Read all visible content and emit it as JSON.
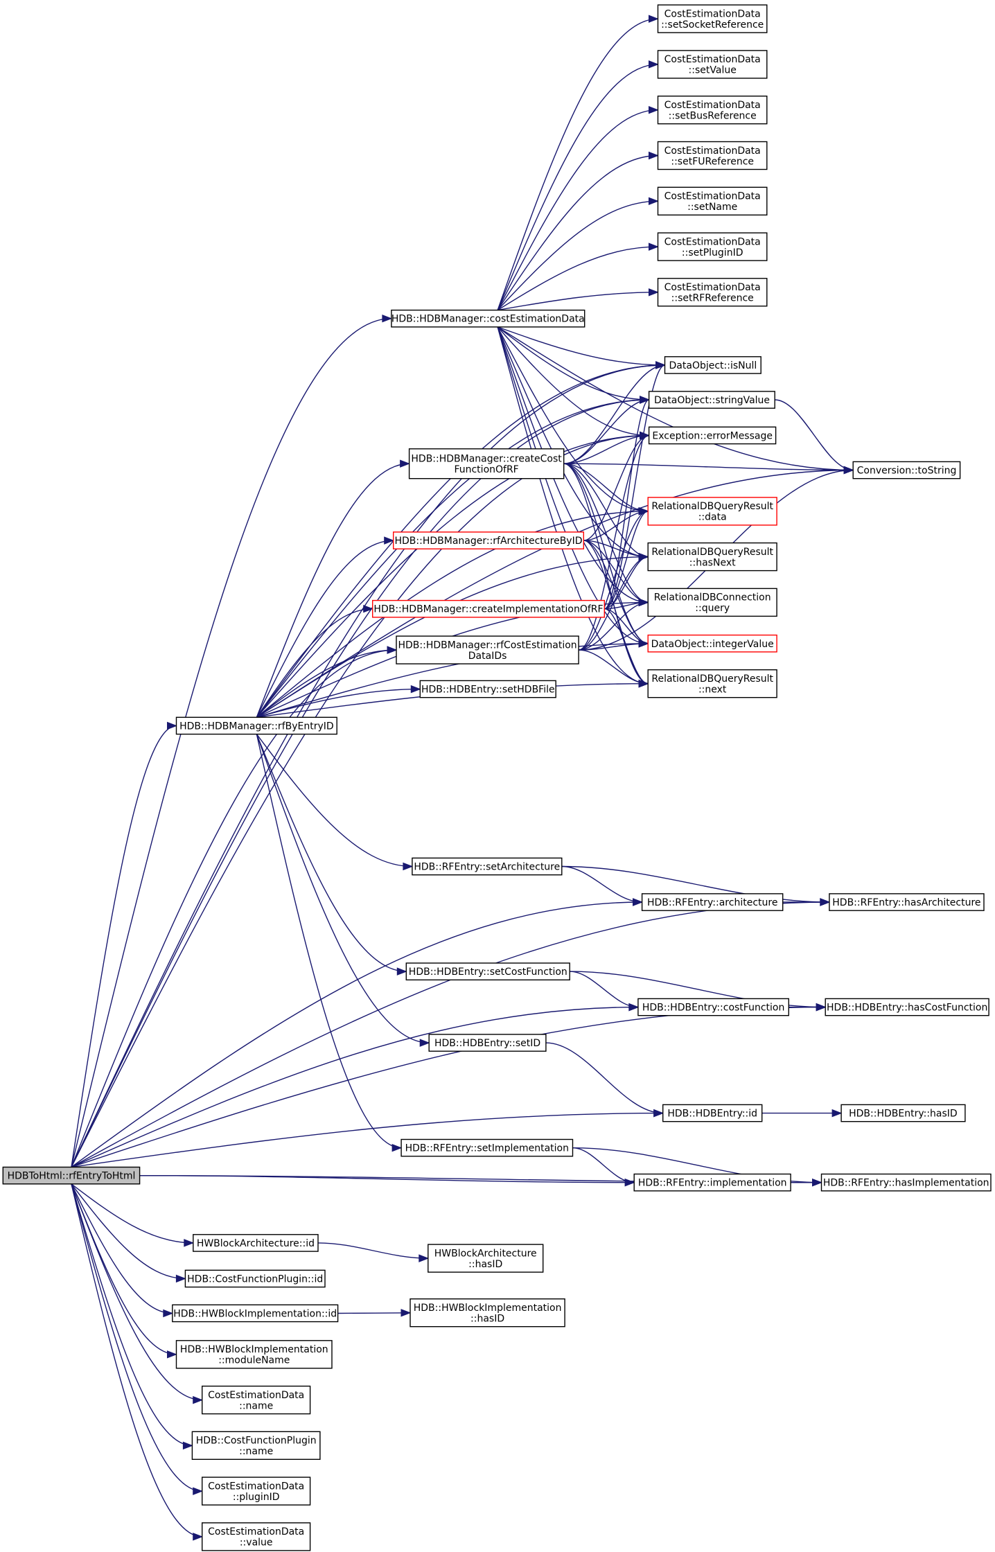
{
  "graph": {
    "root": "HDBToHtml::rfEntryToHtml",
    "colors": {
      "edge": "#191970",
      "border": "#000000",
      "truncated_border": "#ff0000",
      "root_fill": "#bfbfbf"
    },
    "nodes": [
      {
        "id": "root",
        "lines": [
          "HDBToHtml::rfEntryToHtml"
        ],
        "style": "root"
      },
      {
        "id": "costEstimationData",
        "lines": [
          "HDB::HDBManager::costEstimationData"
        ]
      },
      {
        "id": "setSocketReference",
        "lines": [
          "CostEstimationData",
          "::setSocketReference"
        ]
      },
      {
        "id": "setValue",
        "lines": [
          "CostEstimationData",
          "::setValue"
        ]
      },
      {
        "id": "setBusReference",
        "lines": [
          "CostEstimationData",
          "::setBusReference"
        ]
      },
      {
        "id": "setFUReference",
        "lines": [
          "CostEstimationData",
          "::setFUReference"
        ]
      },
      {
        "id": "setName",
        "lines": [
          "CostEstimationData",
          "::setName"
        ]
      },
      {
        "id": "setPluginID",
        "lines": [
          "CostEstimationData",
          "::setPluginID"
        ]
      },
      {
        "id": "setRFReference",
        "lines": [
          "CostEstimationData",
          "::setRFReference"
        ]
      },
      {
        "id": "isNull",
        "lines": [
          "DataObject::isNull"
        ]
      },
      {
        "id": "stringValue",
        "lines": [
          "DataObject::stringValue"
        ]
      },
      {
        "id": "errorMessage",
        "lines": [
          "Exception::errorMessage"
        ]
      },
      {
        "id": "toString",
        "lines": [
          "Conversion::toString"
        ]
      },
      {
        "id": "createCostFunctionOfRF",
        "lines": [
          "HDB::HDBManager::createCost",
          "FunctionOfRF"
        ]
      },
      {
        "id": "queryData",
        "lines": [
          "RelationalDBQueryResult",
          "::data"
        ],
        "style": "red"
      },
      {
        "id": "rfArchitectureByID",
        "lines": [
          "HDB::HDBManager::rfArchitectureByID"
        ],
        "style": "red"
      },
      {
        "id": "hasNext",
        "lines": [
          "RelationalDBQueryResult",
          "::hasNext"
        ]
      },
      {
        "id": "createImplementationOfRF",
        "lines": [
          "HDB::HDBManager::createImplementationOfRF"
        ],
        "style": "red"
      },
      {
        "id": "query",
        "lines": [
          "RelationalDBConnection",
          "::query"
        ]
      },
      {
        "id": "rfCostEstimationDataIDs",
        "lines": [
          "HDB::HDBManager::rfCostEstimation",
          "DataIDs"
        ]
      },
      {
        "id": "integerValue",
        "lines": [
          "DataObject::integerValue"
        ],
        "style": "red"
      },
      {
        "id": "next",
        "lines": [
          "RelationalDBQueryResult",
          "::next"
        ]
      },
      {
        "id": "setHDBFile",
        "lines": [
          "HDB::HDBEntry::setHDBFile"
        ]
      },
      {
        "id": "rfByEntryID",
        "lines": [
          "HDB::HDBManager::rfByEntryID"
        ]
      },
      {
        "id": "setArchitecture",
        "lines": [
          "HDB::RFEntry::setArchitecture"
        ]
      },
      {
        "id": "architecture",
        "lines": [
          "HDB::RFEntry::architecture"
        ]
      },
      {
        "id": "hasArchitecture",
        "lines": [
          "HDB::RFEntry::hasArchitecture"
        ]
      },
      {
        "id": "setCostFunction",
        "lines": [
          "HDB::HDBEntry::setCostFunction"
        ]
      },
      {
        "id": "costFunction",
        "lines": [
          "HDB::HDBEntry::costFunction"
        ]
      },
      {
        "id": "hasCostFunction",
        "lines": [
          "HDB::HDBEntry::hasCostFunction"
        ]
      },
      {
        "id": "setID",
        "lines": [
          "HDB::HDBEntry::setID"
        ]
      },
      {
        "id": "entryId",
        "lines": [
          "HDB::HDBEntry::id"
        ]
      },
      {
        "id": "hasID",
        "lines": [
          "HDB::HDBEntry::hasID"
        ]
      },
      {
        "id": "setImplementation",
        "lines": [
          "HDB::RFEntry::setImplementation"
        ]
      },
      {
        "id": "implementation",
        "lines": [
          "HDB::RFEntry::implementation"
        ]
      },
      {
        "id": "hasImplementation",
        "lines": [
          "HDB::RFEntry::hasImplementation"
        ]
      },
      {
        "id": "hwArchId",
        "lines": [
          "HWBlockArchitecture::id"
        ]
      },
      {
        "id": "hwArchHasID",
        "lines": [
          "HWBlockArchitecture",
          "::hasID"
        ]
      },
      {
        "id": "cfpId",
        "lines": [
          "HDB::CostFunctionPlugin::id"
        ]
      },
      {
        "id": "hwImplId",
        "lines": [
          "HDB::HWBlockImplementation::id"
        ]
      },
      {
        "id": "hwImplHasID",
        "lines": [
          "HDB::HWBlockImplementation",
          "::hasID"
        ]
      },
      {
        "id": "moduleName",
        "lines": [
          "HDB::HWBlockImplementation",
          "::moduleName"
        ]
      },
      {
        "id": "cedName",
        "lines": [
          "CostEstimationData",
          "::name"
        ]
      },
      {
        "id": "cfpName",
        "lines": [
          "HDB::CostFunctionPlugin",
          "::name"
        ]
      },
      {
        "id": "pluginID",
        "lines": [
          "CostEstimationData",
          "::pluginID"
        ]
      },
      {
        "id": "cedValue",
        "lines": [
          "CostEstimationData",
          "::value"
        ]
      }
    ],
    "edges": [
      [
        "root",
        "costEstimationData"
      ],
      [
        "root",
        "isNull"
      ],
      [
        "root",
        "stringValue"
      ],
      [
        "root",
        "errorMessage"
      ],
      [
        "root",
        "rfCostEstimationDataIDs"
      ],
      [
        "root",
        "rfByEntryID"
      ],
      [
        "root",
        "architecture"
      ],
      [
        "root",
        "hasArchitecture"
      ],
      [
        "root",
        "costFunction"
      ],
      [
        "root",
        "hasCostFunction"
      ],
      [
        "root",
        "entryId"
      ],
      [
        "root",
        "implementation"
      ],
      [
        "root",
        "hasImplementation"
      ],
      [
        "root",
        "hwArchId"
      ],
      [
        "root",
        "cfpId"
      ],
      [
        "root",
        "hwImplId"
      ],
      [
        "root",
        "moduleName"
      ],
      [
        "root",
        "cedName"
      ],
      [
        "root",
        "cfpName"
      ],
      [
        "root",
        "pluginID"
      ],
      [
        "root",
        "cedValue"
      ],
      [
        "costEstimationData",
        "setSocketReference"
      ],
      [
        "costEstimationData",
        "setValue"
      ],
      [
        "costEstimationData",
        "setBusReference"
      ],
      [
        "costEstimationData",
        "setFUReference"
      ],
      [
        "costEstimationData",
        "setName"
      ],
      [
        "costEstimationData",
        "setPluginID"
      ],
      [
        "costEstimationData",
        "setRFReference"
      ],
      [
        "costEstimationData",
        "isNull"
      ],
      [
        "costEstimationData",
        "stringValue"
      ],
      [
        "costEstimationData",
        "errorMessage"
      ],
      [
        "costEstimationData",
        "toString"
      ],
      [
        "costEstimationData",
        "queryData"
      ],
      [
        "costEstimationData",
        "hasNext"
      ],
      [
        "costEstimationData",
        "query"
      ],
      [
        "costEstimationData",
        "integerValue"
      ],
      [
        "costEstimationData",
        "next"
      ],
      [
        "stringValue",
        "toString"
      ],
      [
        "createCostFunctionOfRF",
        "isNull"
      ],
      [
        "createCostFunctionOfRF",
        "stringValue"
      ],
      [
        "createCostFunctionOfRF",
        "errorMessage"
      ],
      [
        "createCostFunctionOfRF",
        "toString"
      ],
      [
        "createCostFunctionOfRF",
        "queryData"
      ],
      [
        "createCostFunctionOfRF",
        "hasNext"
      ],
      [
        "createCostFunctionOfRF",
        "query"
      ],
      [
        "createCostFunctionOfRF",
        "integerValue"
      ],
      [
        "createCostFunctionOfRF",
        "next"
      ],
      [
        "rfArchitectureByID",
        "queryData"
      ],
      [
        "rfArchitectureByID",
        "hasNext"
      ],
      [
        "rfArchitectureByID",
        "query"
      ],
      [
        "rfArchitectureByID",
        "integerValue"
      ],
      [
        "rfArchitectureByID",
        "next"
      ],
      [
        "rfArchitectureByID",
        "errorMessage"
      ],
      [
        "createImplementationOfRF",
        "queryData"
      ],
      [
        "createImplementationOfRF",
        "hasNext"
      ],
      [
        "createImplementationOfRF",
        "query"
      ],
      [
        "createImplementationOfRF",
        "integerValue"
      ],
      [
        "createImplementationOfRF",
        "next"
      ],
      [
        "createImplementationOfRF",
        "isNull"
      ],
      [
        "createImplementationOfRF",
        "stringValue"
      ],
      [
        "rfCostEstimationDataIDs",
        "queryData"
      ],
      [
        "rfCostEstimationDataIDs",
        "hasNext"
      ],
      [
        "rfCostEstimationDataIDs",
        "query"
      ],
      [
        "rfCostEstimationDataIDs",
        "integerValue"
      ],
      [
        "rfCostEstimationDataIDs",
        "next"
      ],
      [
        "rfCostEstimationDataIDs",
        "errorMessage"
      ],
      [
        "rfCostEstimationDataIDs",
        "toString"
      ],
      [
        "rfByEntryID",
        "isNull"
      ],
      [
        "rfByEntryID",
        "stringValue"
      ],
      [
        "rfByEntryID",
        "errorMessage"
      ],
      [
        "rfByEntryID",
        "createCostFunctionOfRF"
      ],
      [
        "rfByEntryID",
        "queryData"
      ],
      [
        "rfByEntryID",
        "rfArchitectureByID"
      ],
      [
        "rfByEntryID",
        "hasNext"
      ],
      [
        "rfByEntryID",
        "createImplementationOfRF"
      ],
      [
        "rfByEntryID",
        "rfCostEstimationDataIDs"
      ],
      [
        "rfByEntryID",
        "setHDBFile"
      ],
      [
        "rfByEntryID",
        "query"
      ],
      [
        "rfByEntryID",
        "integerValue"
      ],
      [
        "rfByEntryID",
        "next"
      ],
      [
        "rfByEntryID",
        "toString"
      ],
      [
        "rfByEntryID",
        "setArchitecture"
      ],
      [
        "rfByEntryID",
        "setCostFunction"
      ],
      [
        "rfByEntryID",
        "setID"
      ],
      [
        "rfByEntryID",
        "setImplementation"
      ],
      [
        "setArchitecture",
        "architecture"
      ],
      [
        "setArchitecture",
        "hasArchitecture"
      ],
      [
        "architecture",
        "hasArchitecture"
      ],
      [
        "setCostFunction",
        "costFunction"
      ],
      [
        "setCostFunction",
        "hasCostFunction"
      ],
      [
        "costFunction",
        "hasCostFunction"
      ],
      [
        "setID",
        "entryId"
      ],
      [
        "entryId",
        "hasID"
      ],
      [
        "setImplementation",
        "implementation"
      ],
      [
        "setImplementation",
        "hasImplementation"
      ],
      [
        "implementation",
        "hasImplementation"
      ],
      [
        "hwArchId",
        "hwArchHasID"
      ],
      [
        "hwImplId",
        "hwImplHasID"
      ]
    ]
  }
}
